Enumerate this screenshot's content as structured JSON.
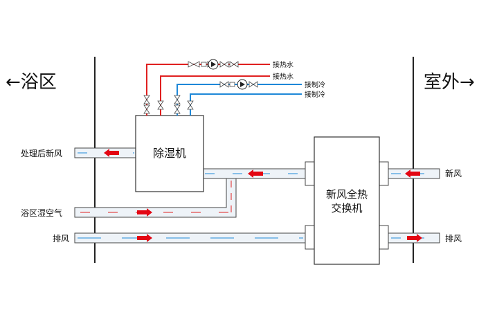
{
  "regions": {
    "left": "←浴区",
    "right": "室外→"
  },
  "units": {
    "dehumidifier": "除湿机",
    "erv_line1": "新风全热",
    "erv_line2": "交换机"
  },
  "left_labels": {
    "treated_fresh_air": "处理后新风",
    "bath_humid_air": "浴区湿空气",
    "exhaust": "排风"
  },
  "right_labels": {
    "fresh_air": "新风",
    "exhaust": "排风"
  },
  "pipe_labels": {
    "hot_supply": "接热水",
    "hot_return": "接热水",
    "cold_supply": "接制冷",
    "cold_return": "接制冷"
  },
  "colors": {
    "hot_water": "#e02020",
    "chilled_water": "#1e88d8",
    "airflow_arrow": "#e30613",
    "duct_fill": "#eef3f8",
    "line": "#222222"
  }
}
